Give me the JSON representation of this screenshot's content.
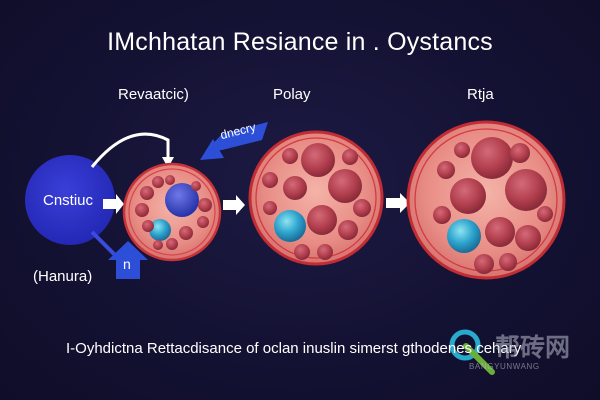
{
  "title": "IMchhatan Resiance in .  Oystancs",
  "labels": {
    "stage1": "Revaatcic)",
    "stage2": "Polay",
    "stage3": "Rtja",
    "source": "Cnstiuc",
    "hanura": "(Hanura)",
    "arrow_text": "dnecry",
    "up_arrow_text": "n"
  },
  "caption": "I-Oyhdictna Rettacdisance of oclan inuslin simerst gthodenes cehary",
  "watermark": {
    "text": "帮砖网",
    "url_text": "BANGYUNWANG"
  },
  "colors": {
    "background": "#141233",
    "source_circle": "#2b2fc9",
    "cell_membrane": "#d32f3a",
    "cell_fill": "#e98d86",
    "vesicle": "#b84453",
    "nucleus": "#2f9fd0",
    "arrow_blue": "#2d4fd8"
  }
}
